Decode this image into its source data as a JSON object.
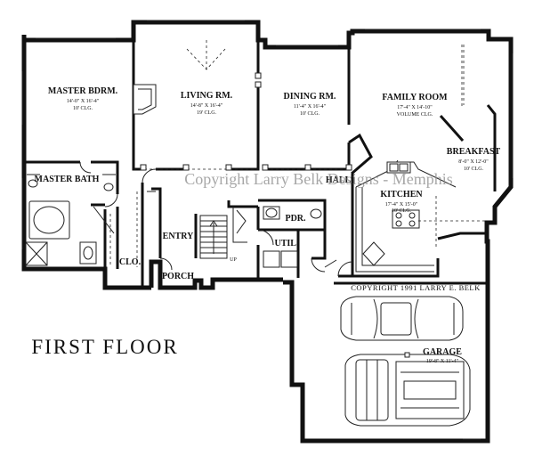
{
  "title": "FIRST FLOOR",
  "copyright_note": "COPYRIGHT 1991 LARRY E. BELK",
  "watermark": "Copyright Larry Belk Designs - Memphis",
  "rooms": {
    "master_bdrm": {
      "name": "MASTER BDRM.",
      "size": "14'-0\" X 16'-4\"",
      "clg": "10' CLG."
    },
    "living": {
      "name": "LIVING RM.",
      "size": "14'-8\" X 16'-4\"",
      "clg": "19' CLG."
    },
    "dining": {
      "name": "DINING RM.",
      "size": "11'-4\" X 16'-4\"",
      "clg": "10' CLG."
    },
    "family": {
      "name": "FAMILY ROOM",
      "size": "17'-4\" X 14'-10\"",
      "clg": "VOLUME CLG."
    },
    "breakfast": {
      "name": "BREAKFAST",
      "size": "8'-0\" X 12'-0\"",
      "clg": "10' CLG."
    },
    "kitchen": {
      "name": "KITCHEN",
      "size": "17'-4\" X 15'-0\"",
      "clg": "10' CLG."
    },
    "master_bath": {
      "name": "MASTER BATH"
    },
    "clo": {
      "name": "CLO."
    },
    "entry": {
      "name": "ENTRY"
    },
    "porch": {
      "name": "PORCH"
    },
    "pdr": {
      "name": "PDR."
    },
    "util": {
      "name": "UTIL."
    },
    "hall": {
      "name": "HALL"
    },
    "garage": {
      "name": "GARAGE",
      "size": "19'-8\" X 11'-4\""
    },
    "stair": {
      "name": "UP"
    }
  }
}
